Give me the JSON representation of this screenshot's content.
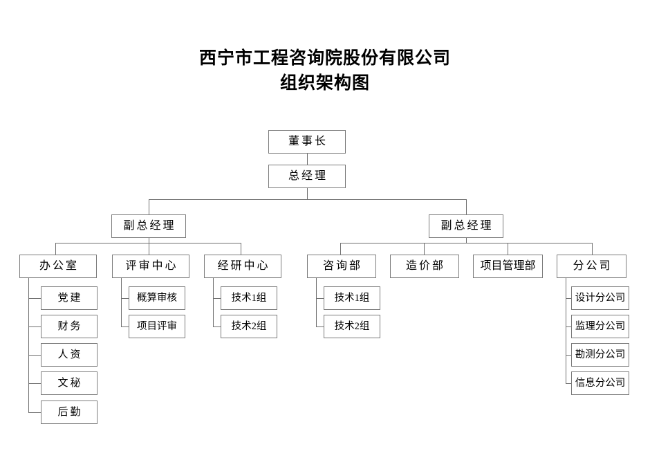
{
  "document": {
    "title_line1": "西宁市工程咨询院股份有限公司",
    "title_line2": "组织架构图"
  },
  "colors": {
    "background": "#ffffff",
    "box_border": "#7a7a7a",
    "connector": "#6f6f6f",
    "text": "#000000"
  },
  "chart_data": {
    "type": "diagram",
    "diagram_kind": "organizational-chart",
    "title": "西宁市工程咨询院股份有限公司组织架构图",
    "levels": [
      {
        "level": 0,
        "nodes": [
          "董事长"
        ]
      },
      {
        "level": 1,
        "nodes": [
          "总经理"
        ]
      },
      {
        "level": 2,
        "nodes": [
          "副总经理",
          "副总经理"
        ]
      },
      {
        "level": 3,
        "nodes": [
          "办公室",
          "评审中心",
          "经研中心",
          "咨询部",
          "造价部",
          "项目管理部",
          "分公司"
        ]
      },
      {
        "level": 4,
        "nodes": [
          "党建",
          "财务",
          "人资",
          "文秘",
          "后勤",
          "概算审核",
          "项目评审",
          "技术1组",
          "技术2组",
          "技术1组",
          "技术2组",
          "设计分公司",
          "监理分公司",
          "勘测分公司",
          "信息分公司"
        ]
      }
    ]
  },
  "nodes": {
    "chairman": {
      "label": "董事长"
    },
    "general_manager": {
      "label": "总经理"
    },
    "deputy_left": {
      "label": "副总经理"
    },
    "deputy_right": {
      "label": "副总经理"
    },
    "dept_office": {
      "label": "办公室"
    },
    "dept_review_center": {
      "label": "评审中心"
    },
    "dept_research_center": {
      "label": "经研中心"
    },
    "dept_consulting": {
      "label": "咨询部"
    },
    "dept_cost": {
      "label": "造价部"
    },
    "dept_project_mgmt": {
      "label": "项目管理部"
    },
    "dept_branch": {
      "label": "分公司"
    }
  },
  "office_children": [
    {
      "label": "党建"
    },
    {
      "label": "财务"
    },
    {
      "label": "人资"
    },
    {
      "label": "文秘"
    },
    {
      "label": "后勤"
    }
  ],
  "review_children": [
    {
      "label": "概算审核"
    },
    {
      "label": "项目评审"
    }
  ],
  "research_children": [
    {
      "label": "技术1组"
    },
    {
      "label": "技术2组"
    }
  ],
  "consulting_children": [
    {
      "label": "技术1组"
    },
    {
      "label": "技术2组"
    }
  ],
  "branch_children": [
    {
      "label": "设计分公司"
    },
    {
      "label": "监理分公司"
    },
    {
      "label": "勘测分公司"
    },
    {
      "label": "信息分公司"
    }
  ]
}
